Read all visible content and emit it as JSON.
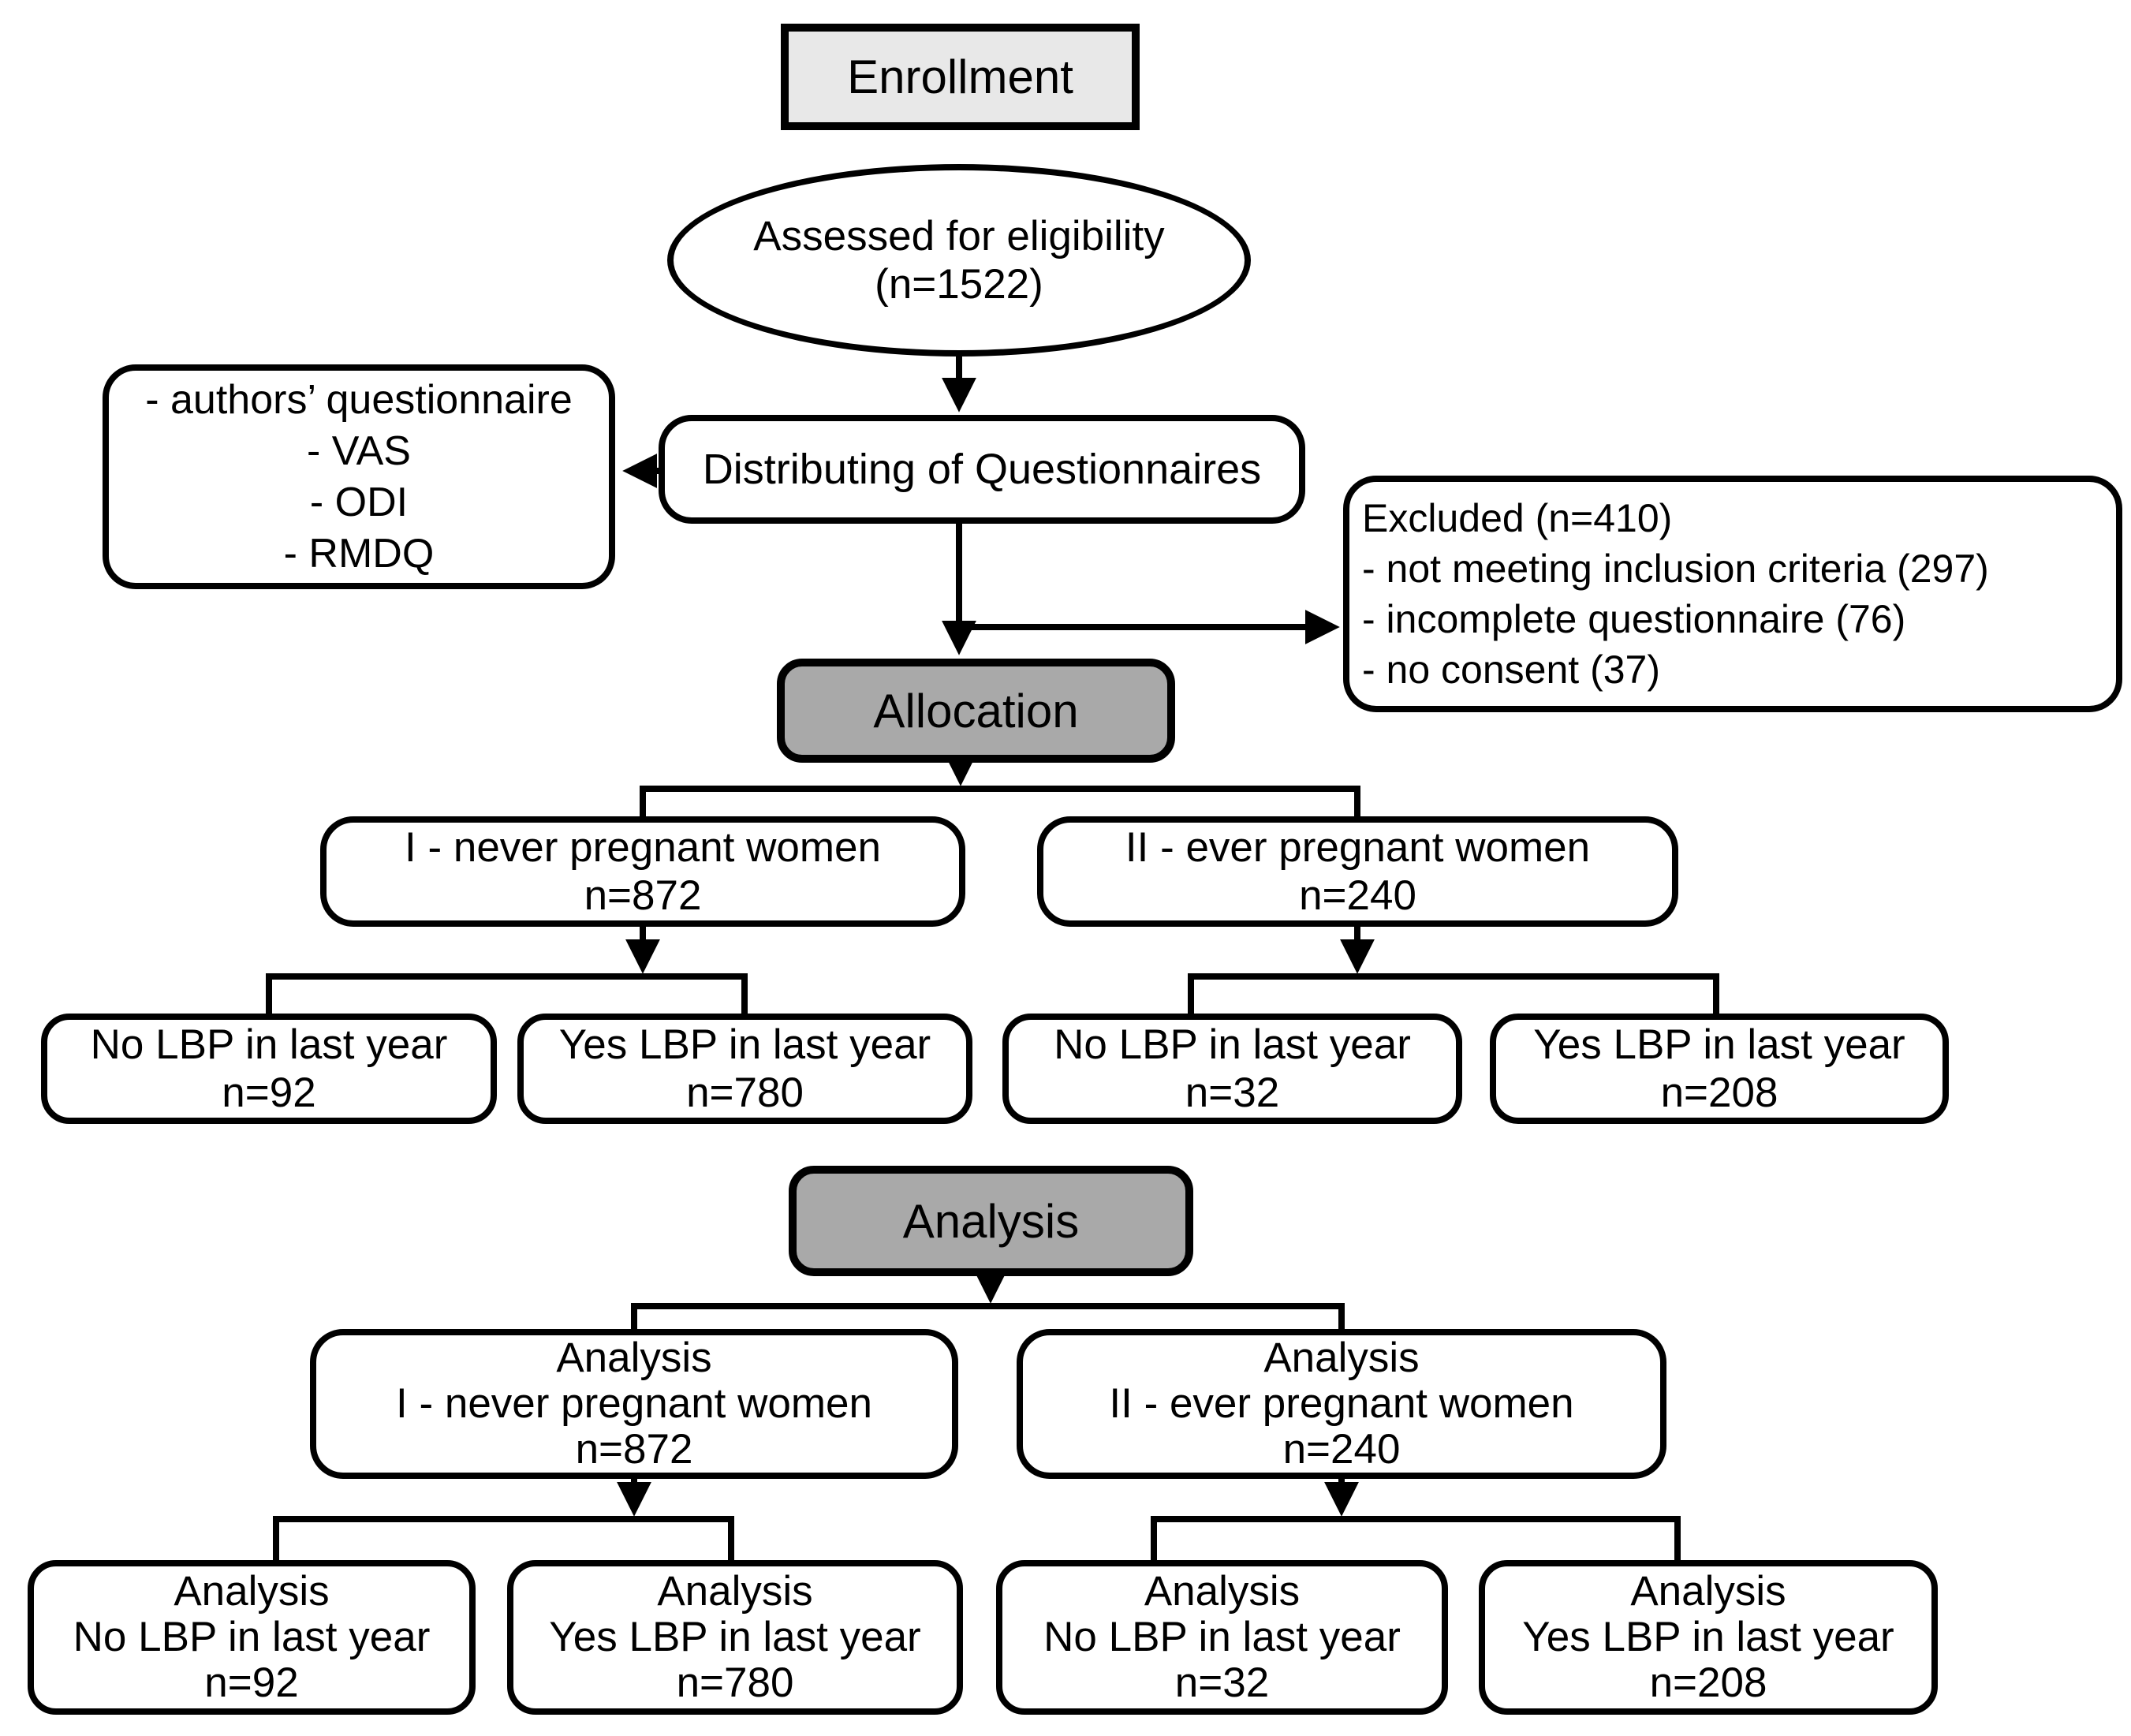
{
  "stages": {
    "enrollment": {
      "label": "Enrollment"
    },
    "allocation": {
      "label": "Allocation"
    },
    "analysis": {
      "label": "Analysis"
    }
  },
  "nodes": {
    "assessed": {
      "line1": "Assessed for eligibility",
      "line2": "(n=1522)"
    },
    "questionnaires": {
      "line1": "- authors’ questionnaire",
      "line2": "- VAS",
      "line3": "- ODI",
      "line4": "- RMDQ"
    },
    "distributing": {
      "label": "Distributing of Questionnaires"
    },
    "excluded": {
      "line1": "Excluded (n=410)",
      "line2": "- not meeting inclusion criteria (297)",
      "line3": "- incomplete questionnaire (76)",
      "line4": "- no consent (37)"
    },
    "group1": {
      "line1": "I - never pregnant women",
      "line2": "n=872"
    },
    "group2": {
      "line1": "II - ever pregnant women",
      "line2": "n=240"
    },
    "g1_no": {
      "line1": "No LBP in last year",
      "line2": "n=92"
    },
    "g1_yes": {
      "line1": "Yes LBP in last year",
      "line2": "n=780"
    },
    "g2_no": {
      "line1": "No LBP in last year",
      "line2": "n=32"
    },
    "g2_yes": {
      "line1": "Yes LBP in last year",
      "line2": "n=208"
    },
    "a_group1": {
      "line1": "Analysis",
      "line2": "I - never pregnant women",
      "line3": "n=872"
    },
    "a_group2": {
      "line1": "Analysis",
      "line2": "II - ever pregnant women",
      "line3": "n=240"
    },
    "a_g1_no": {
      "line1": "Analysis",
      "line2": "No LBP in last year",
      "line3": "n=92"
    },
    "a_g1_yes": {
      "line1": "Analysis",
      "line2": "Yes LBP in last year",
      "line3": "n=780"
    },
    "a_g2_no": {
      "line1": "Analysis",
      "line2": "No LBP in last year",
      "line3": "n=32"
    },
    "a_g2_yes": {
      "line1": "Analysis",
      "line2": "Yes LBP in last year",
      "line3": "n=208"
    }
  },
  "colors": {
    "enrollment_header_fill": "#e8e8e8",
    "stage_fill": "#a9a9a9",
    "node_fill": "#ffffff",
    "line_and_border": "#000000"
  }
}
